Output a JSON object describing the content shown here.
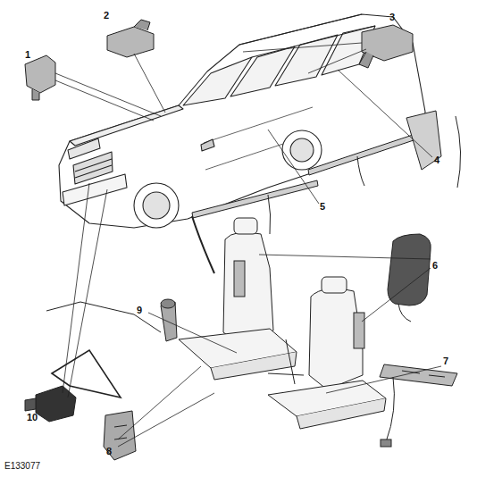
{
  "diagram": {
    "labels": [
      "1",
      "2",
      "3",
      "4",
      "5",
      "6",
      "7",
      "8",
      "9",
      "10",
      "E133077"
    ]
  }
}
